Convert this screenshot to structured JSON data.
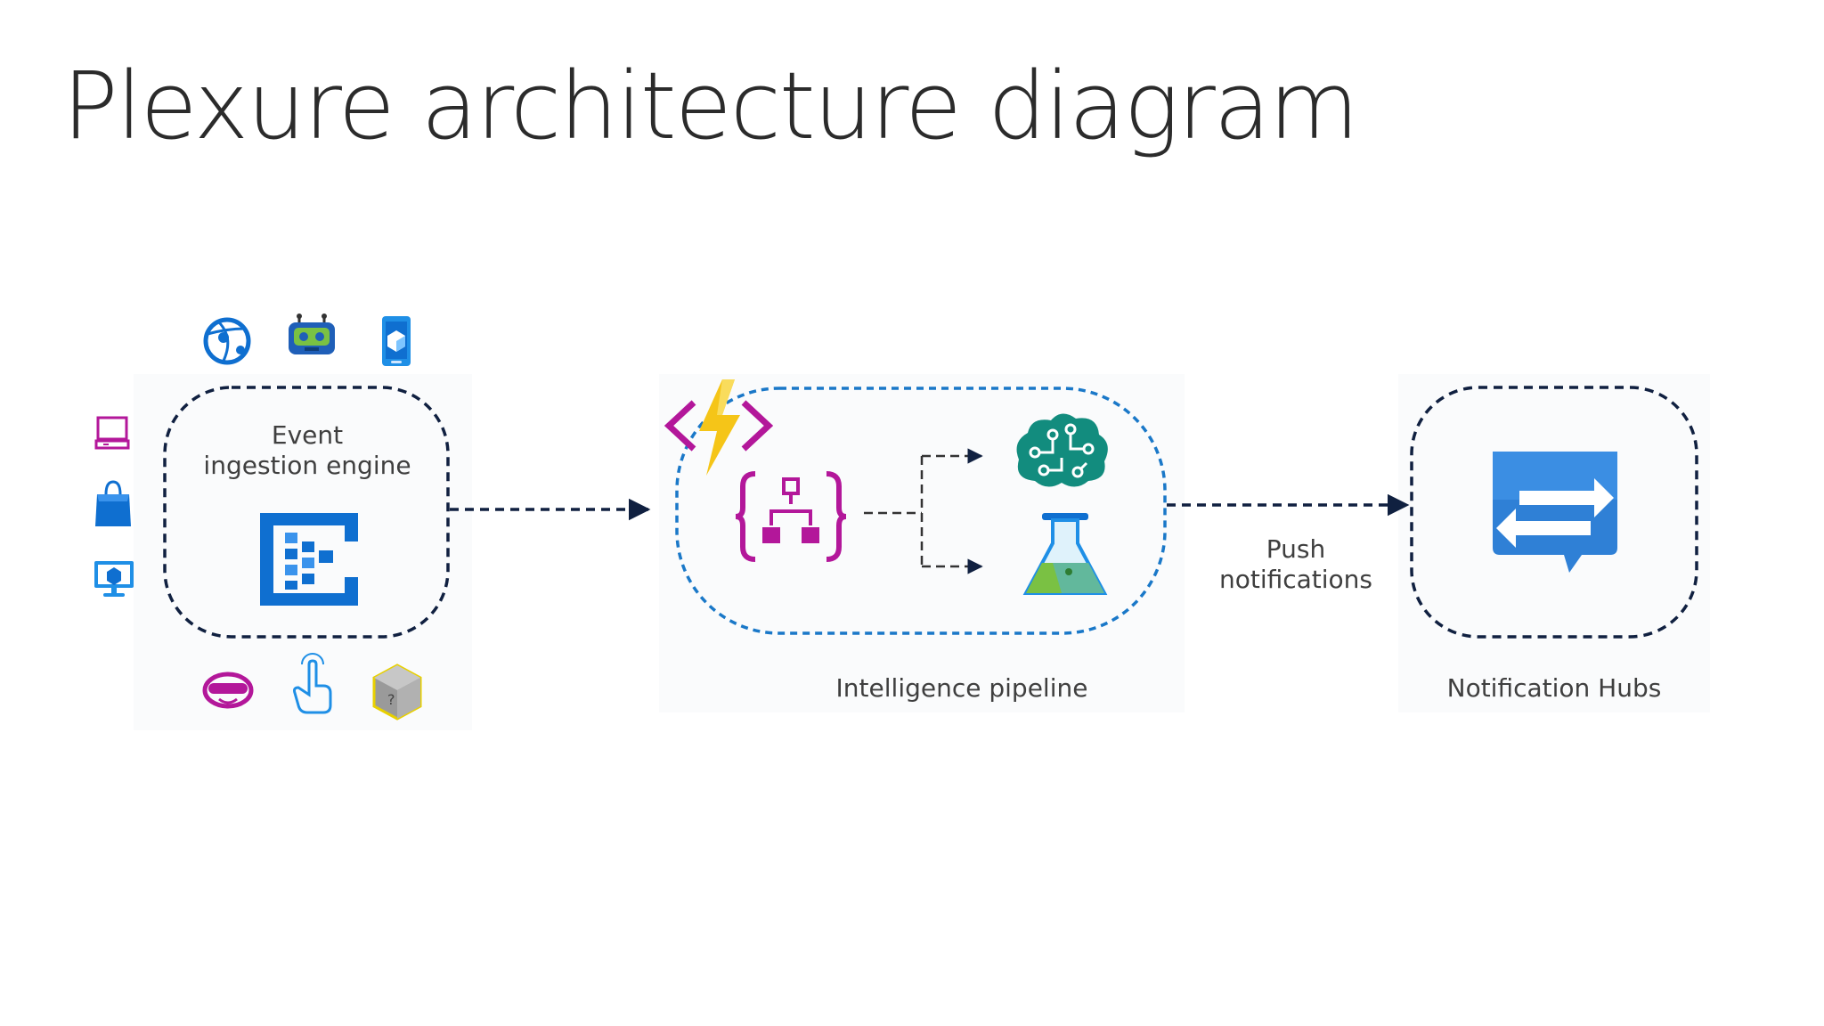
{
  "title": "Plexure architecture diagram",
  "nodes": {
    "ingestion": {
      "line1": "Event",
      "line2": "ingestion engine"
    },
    "pipeline": {
      "caption": "Intelligence pipeline"
    },
    "hubs": {
      "caption": "Notification Hubs"
    }
  },
  "edges": {
    "push": {
      "line1": "Push",
      "line2": "notifications"
    }
  },
  "colors": {
    "dark_dash": "#102040",
    "blue_dash": "#1a78c8",
    "azure_blue": "#0f6fd0",
    "magenta": "#b3179a",
    "teal": "#128c7e",
    "yellow": "#f5c518"
  },
  "icons": {
    "sources_top": [
      "web-app-icon",
      "bot-service-icon",
      "mobile-app-icon"
    ],
    "sources_left": [
      "laptop-icon",
      "store-bag-icon",
      "desktop-monitor-icon"
    ],
    "sources_bottom": [
      "mixed-reality-headset-icon",
      "touch-hand-icon",
      "unknown-device-icon"
    ],
    "ingestion": "event-hubs-icon",
    "pipeline_trigger": "azure-functions-icon",
    "pipeline_logic": "logic-apps-icon",
    "pipeline_outputs": [
      "cognitive-services-icon",
      "machine-learning-icon"
    ],
    "hubs": "notification-hubs-icon"
  }
}
